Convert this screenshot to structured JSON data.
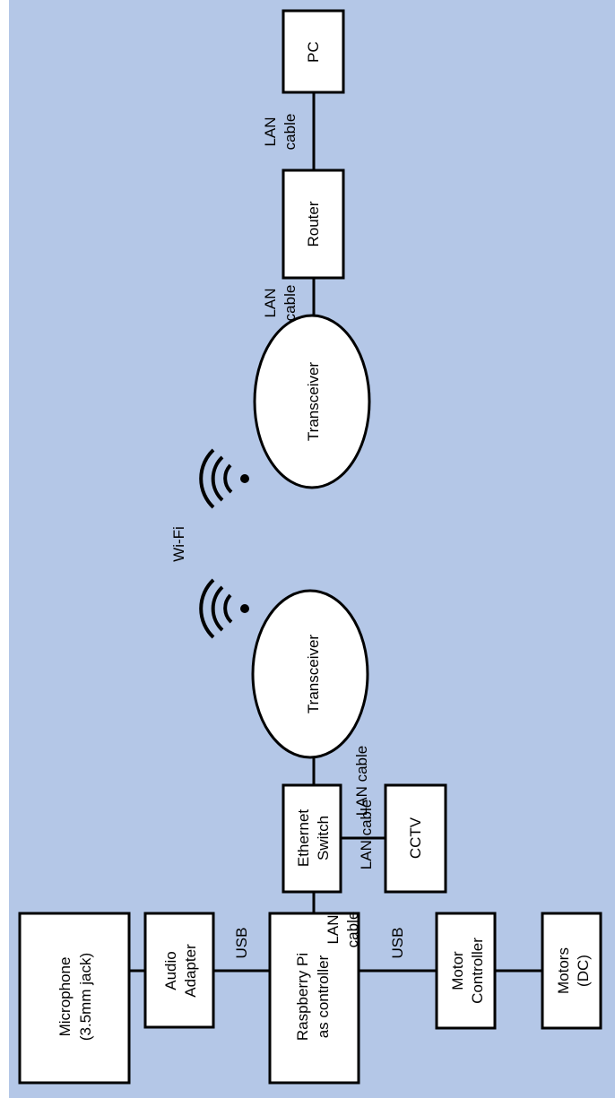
{
  "colors": {
    "background": "#b4c7e7",
    "box_fill": "#ffffff",
    "stroke": "#000000"
  },
  "nodes": {
    "pc": {
      "label": "PC"
    },
    "router": {
      "label": "Router"
    },
    "transceiver_top": {
      "label": "Transceiver"
    },
    "transceiver_bottom": {
      "label": "Transceiver"
    },
    "ethernet_switch": {
      "line1": "Ethernet",
      "line2": "Switch"
    },
    "cctv": {
      "label": "CCTV"
    },
    "raspberry_pi": {
      "line1": "Raspberry Pi",
      "line2": "as controller"
    },
    "audio_adapter": {
      "line1": "Audio",
      "line2": "Adapter"
    },
    "microphone": {
      "line1": "Microphone",
      "line2": "(3.5mm jack)"
    },
    "motor_controller": {
      "line1": "Motor",
      "line2": "Controller"
    },
    "motors": {
      "line1": "Motors",
      "line2": "(DC)"
    }
  },
  "connections": {
    "router_pc": {
      "line1": "LAN",
      "line2": "cable"
    },
    "transceiver_router": {
      "line1": "LAN",
      "line2": "cable"
    },
    "switch_transceiver": {
      "label": "LAN cable"
    },
    "switch_cctv": {
      "label": "LAN cable"
    },
    "pi_switch": {
      "line1": "LAN",
      "line2": "cable"
    },
    "audio_pi": {
      "label": "USB"
    },
    "pi_motor": {
      "label": "USB"
    },
    "wireless": {
      "label": "Wi-Fi"
    }
  },
  "icons": {
    "wifi_top": "wifi-signal-icon",
    "wifi_bottom": "wifi-signal-icon"
  }
}
